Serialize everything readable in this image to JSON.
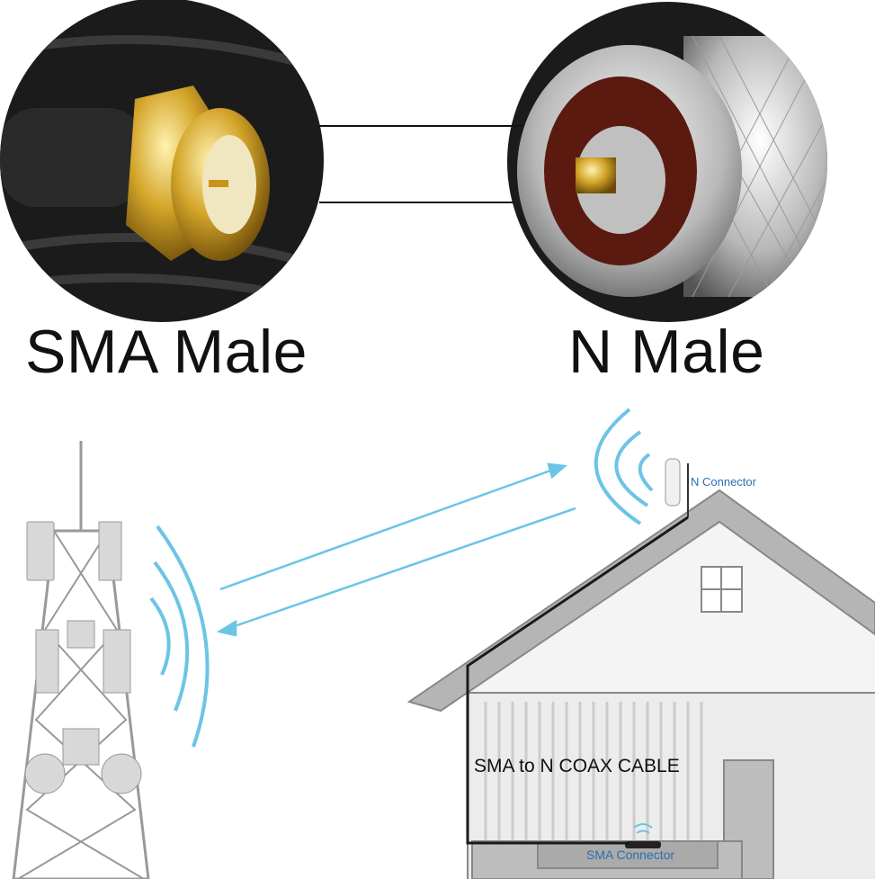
{
  "connectors": {
    "left_label": "SMA Male",
    "right_label": "N Male"
  },
  "diagram": {
    "n_connector_label": "N Connector",
    "cable_label": "SMA to N COAX CABLE",
    "sma_connector_label": "SMA Connector"
  },
  "colors": {
    "signal_blue": "#6cc4e6",
    "label_blue": "#2a6fb0",
    "gold": "#d4a52a",
    "cable_black": "#1a1a1a"
  }
}
